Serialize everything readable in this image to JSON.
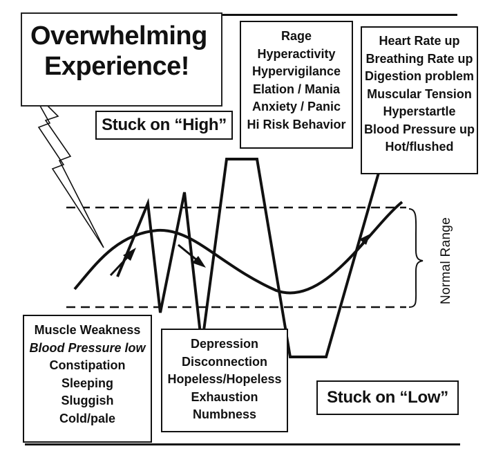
{
  "title": {
    "line1": "Overwhelming",
    "line2": "Experience!"
  },
  "stuck_high": "Stuck on “High”",
  "stuck_low": "Stuck on “Low”",
  "high_emotional": [
    "Rage",
    "Hyperactivity",
    "Hypervigilance",
    "Elation / Mania",
    "Anxiety / Panic",
    "Hi Risk Behavior"
  ],
  "high_physical": [
    "Heart Rate up",
    "Breathing Rate up",
    "Digestion problem",
    "Muscular Tension",
    "Hyperstartle",
    "Blood Pressure up",
    "Hot/flushed"
  ],
  "low_physical": [
    "Muscle Weakness",
    "Blood Pressure low",
    "Constipation",
    "Sleeping",
    "Sluggish",
    "Cold/pale"
  ],
  "low_emotional": [
    "Depression",
    "Disconnection",
    "Hopeless/Hopeless",
    "Exhaustion",
    "Numbness"
  ],
  "normal_range_label": "Normal Range",
  "colors": {
    "ink": "#111111",
    "paper": "#ffffff"
  }
}
